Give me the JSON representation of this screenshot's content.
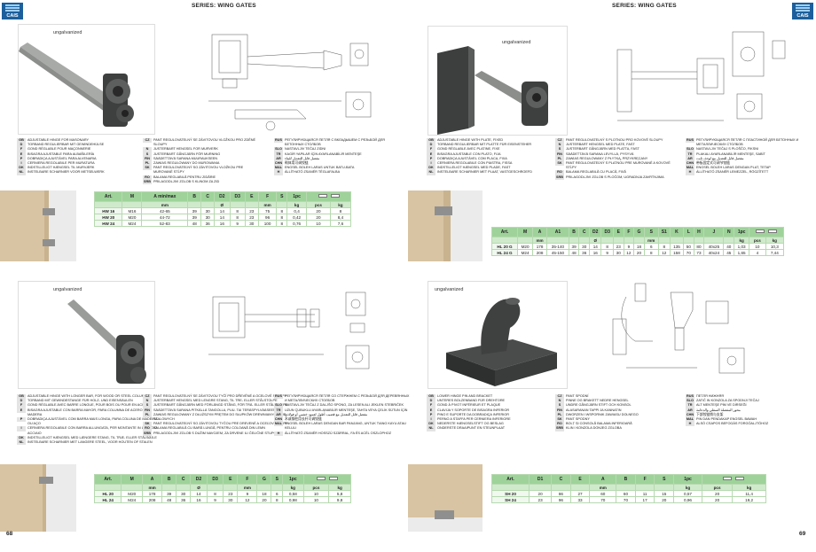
{
  "header": {
    "series": "SERIES: WING GATES",
    "logo": "CAIS"
  },
  "pages": {
    "left": "68",
    "right": "69"
  },
  "tag": "ungalvanized",
  "colors": {
    "header_green": "#9ed29a",
    "unit_green": "#cfeacb",
    "logo_blue": "#1c5f9c"
  },
  "icons": [
    "measuring-tape-icon",
    "weight-icon"
  ],
  "p1": {
    "desc": [
      [
        [
          "GB",
          "ADJUSTABLE HINGE FOR MASONARY"
        ],
        [
          "D",
          "TORBAND REGULIERBAR MIT GEWINDEHÜLSE"
        ],
        [
          "F",
          "GOND RÉGLABLE POUR MAÇONNERIE"
        ],
        [
          "E",
          "BISAGRA AJUSTABLE PARA ALBAÑILERÍA"
        ],
        [
          "P",
          "DOBRADIÇA AJUSTÁVEL PARA ALVENARIA"
        ],
        [
          "I",
          "CERNIERA REGOLABILE PER MURATURA"
        ],
        [
          "DK",
          "INDSTILLELIGT HÆNGSEL TIL MURVÆRK"
        ],
        [
          "NL",
          "INSTELBARE SCHARNIER VOOR METSELWERK"
        ]
      ],
      [
        [
          "CZ",
          "PANT REGULOVATELNÝ SE ZÁVITOVOU VLOŽKOU PRO ZDĚNÉ"
        ],
        [
          "",
          "SLOUPY"
        ],
        [
          "N",
          "JUSTERBART HENGSEL FOR MURVERK"
        ],
        [
          "S",
          "JUSTERBART GÅNGJÄRN FÖR MURNING"
        ],
        [
          "FIN",
          "SÄÄDETTÄVÄ SARANA MUURAUKSEEN"
        ],
        [
          "PL",
          "ZAWIAS REGULOWANY DO MUROWANIA"
        ],
        [
          "SK",
          "PANT REGULOVATEĽNÝ SO ZÁVITOVOU VLOŽKOU PRE"
        ],
        [
          "",
          "MUROVANÉ STĹPY"
        ],
        [
          "RO",
          "BALAMA REGLABILĂ PENTRU ZIDĂRIE"
        ],
        [
          "SRB",
          "PRILAGODLJIVI ZGLOB S KLINOM ZA ZID"
        ]
      ],
      [
        [
          "RUS",
          "РЕГУЛИРУЮЩАЯСЯ ПЕТЛЯ С ВКЛАДЫШЕМ С РЕЗЬБОЙ ДЛЯ"
        ],
        [
          "",
          "БЕТОННЫХ СТОЛБОВ"
        ],
        [
          "SLO",
          "NASTAVLJIV TEČAJ ZIDNI"
        ],
        [
          "TR",
          "KAGİR YAPILAR İÇİN AYARLANABİLİR MENTEŞE"
        ],
        [
          "AR",
          "مفصل قابل للتعديل للبناء"
        ],
        [
          "CHN",
          "砌体用可调铰链"
        ],
        [
          "MAL",
          "ENGSEL BOLEH LARAS UNTUK BATU-BATA"
        ],
        [
          "H",
          "ÁLLÍTHATÓ ZSANÉR TÉGLAFALBA"
        ]
      ]
    ],
    "headers": [
      "Art.",
      "M",
      "A min/max",
      "B",
      "C",
      "D2",
      "D3",
      "E",
      "F",
      "S",
      "1pc",
      ""
    ],
    "units": [
      "",
      "",
      "mm",
      "",
      "",
      "Ø",
      "",
      "",
      "mm",
      "",
      "kg",
      "pcs",
      "kg"
    ],
    "rows": [
      [
        "HW 16",
        "M16",
        "42-65",
        "39",
        "30",
        "14",
        "8",
        "23",
        "75",
        "8",
        "0,4",
        "20",
        "8"
      ],
      [
        "HW 20",
        "M20",
        "44-72",
        "39",
        "30",
        "14",
        "8",
        "23",
        "96",
        "8",
        "0,42",
        "20",
        "8,4"
      ],
      [
        "HW 24",
        "M24",
        "52-83",
        "48",
        "36",
        "16",
        "9",
        "30",
        "100",
        "8",
        "0,76",
        "10",
        "7,6"
      ]
    ]
  },
  "p2": {
    "desc": [
      [
        [
          "GB",
          "ADJUSTABLE HINGE WITH LONGER BAR, FOR WOOD OR STEEL COLUMN"
        ],
        [
          "D",
          "TORBAND MIT GEWINDESTANGE FÜR HOLZ- UND EISENSÄULEN"
        ],
        [
          "F",
          "GOND RÉGLABLE AVEC BARRE LONGUE, POUR BOIS OU POUR EN ACIER"
        ],
        [
          "E",
          "BISAGRA AJUSTABLE CON BARRA MAYOR, PARA COLUMNA DE ACERO O DE"
        ],
        [
          "",
          "MADERA"
        ],
        [
          "P",
          "DOBRADIÇA AJUSTÁVEL COM BARRA MAIS LONGA, PARA COLUNA DE MADEIRA"
        ],
        [
          "",
          "OU AÇO"
        ],
        [
          "I",
          "CERNIERA REGOLABILE CON BARRA ALLUNGATA, PER MONTANTE IN LEGNO O"
        ],
        [
          "",
          "ACCIAIO"
        ],
        [
          "DK",
          "INDSTILLELIGT HÆNGSEL MED LÆNGERE STANG, TIL TRÆ- ELLER STÅLSØJLE"
        ],
        [
          "NL",
          "INSTELBARE SCHARNIER MET LANGERE STEEL, VOOR HOUTEN OF STALEN"
        ]
      ],
      [
        [
          "CZ",
          "PANT REGULOVATELNÝ SE ZÁVITOVOU TYČÍ PRO DŘEVĚNÉ A OCELOVÉ SLOUPY"
        ],
        [
          "N",
          "JUSTERBART HENGSEL MED LENGRE STANG, TIL TRE- ELLER STÅLSTOLPE"
        ],
        [
          "S",
          "JUSTERBART GÅNGJÄRN MED FÖRLÄNGD STÅNG, FÖR TRÄ- ELLER STÅLSTOLPE"
        ],
        [
          "FIN",
          "SÄÄDETTÄVÄ SARANA PITKÄLLÄ TANGOLLA, PUU- TAI TERÄSPYLVÄÄSEEN"
        ],
        [
          "PL",
          "ZAWIAS REGULOWANY Z DŁUŻSZYM PRĘTEM DO SŁUPKÓW DREWNIANYCH LUB"
        ],
        [
          "",
          "STALOWYCH"
        ],
        [
          "SK",
          "PANT REGULOVATEĽNÝ SO ZÁVITOVOU TYČOU PRE DREVENÉ A OCEĽOVÉ STĹPY"
        ],
        [
          "RO",
          "BALAMA REGLABILĂ CU BARĂ LUNGĂ, PENTRU COLOANĂ DIN LEMN"
        ],
        [
          "SRB",
          "PRILAGODLJIVI ZGLOB S DUŽIM NAVOJEM, ZA DRVENE ILI ČELIČNE STUPOVE"
        ]
      ],
      [
        [
          "RUS",
          "РЕГУЛИРУЮЩАЯСЯ ПЕТЛЯ СО СТЕРЖНЕМ С РЕЗЬБОЙ ДЛЯ ДЕРЕВЯННЫХ"
        ],
        [
          "",
          "И МЕТАЛЛИЧЕСКИХ СТОЛБОВ"
        ],
        [
          "SLO",
          "NASTAVLJIV TEČAJ Z DALJŠO SPONO, ZA LESEN ALI JEKLEN STEBRIČEK"
        ],
        [
          "TR",
          "UZUN ÇUBUKLU AYARLANABİLİR MENTEŞE, TAHTA VEYA ÇELİK SÜTUN İÇİN"
        ],
        [
          "AR",
          "مفصل قابل للتعديل مع قضيب أطول لعمود خشبي أو فولاذي"
        ],
        [
          "CHN",
          "木或钢柱用长杆可调铰链"
        ],
        [
          "MAL",
          "ENGSEL BOLEH LARAS DENGAN BAR PANJANG, UNTUK TIANG KAYU ATAU"
        ],
        [
          "",
          "KELULI"
        ],
        [
          "H",
          "ÁLLÍTHATÓ ZSANÉR HOSSZÚ SZÁRRAL, FA ÉS ACÉL OSZLOPHOZ"
        ]
      ]
    ],
    "headers": [
      "Art.",
      "M",
      "A",
      "B",
      "C",
      "D2",
      "D3",
      "E",
      "F",
      "G",
      "S",
      "1pc",
      ""
    ],
    "units": [
      "",
      "",
      "mm",
      "",
      "",
      "Ø",
      "",
      "",
      "mm",
      "",
      "",
      "kg",
      "pcs",
      "kg"
    ],
    "rows": [
      [
        "HL 20",
        "M20",
        "178",
        "39",
        "30",
        "14",
        "8",
        "23",
        "9",
        "18",
        "6",
        "0,58",
        "10",
        "5,8"
      ],
      [
        "HL 24",
        "M24",
        "208",
        "48",
        "36",
        "16",
        "9",
        "30",
        "12",
        "20",
        "8",
        "0,98",
        "10",
        "9,8"
      ]
    ]
  },
  "p3": {
    "desc": [
      [
        [
          "GB",
          "ADJUSTABLE HINGE WITH PLATE, FIXED"
        ],
        [
          "D",
          "TORBAND REGULIERBAR MIT PLATTE FÜR EISENSTEHER"
        ],
        [
          "F",
          "GOND RÉGLABLE AVEC PLATINE, FIXE"
        ],
        [
          "E",
          "BISAGRA AJUSTABLE CON PLATO, FIJA"
        ],
        [
          "P",
          "DOBRADIÇA AJUSTÁVEL COM PLACA, FIXA"
        ],
        [
          "I",
          "CERNIERA REGOLABILE CON PIASTRA, FISSA"
        ],
        [
          "DK",
          "INDSTILLELIGT HÆNGSEL MED PLADE, FAST"
        ],
        [
          "NL",
          "INSTELBARE SCHARNIER MET PLAAT, VASTGESCHROEFD"
        ]
      ],
      [
        [
          "CZ",
          "PANT REGULOVATELNÝ S PLOTNOU PRO KOVOVÉ SLOUPY"
        ],
        [
          "N",
          "JUSTERBART HENGSEL MED PLATE, FAST"
        ],
        [
          "S",
          "JUSTERBART GÅNGJÄRN MED PLATTA, FAST"
        ],
        [
          "FIN",
          "SÄÄDETTÄVÄ SARANA LEVYLLÄ, PYSYVÄ"
        ],
        [
          "PL",
          "ZAWIAS REGULOWANY Z PŁYTKĄ, PRZYKRĘCANY"
        ],
        [
          "SK",
          "PANT REGULOVATEĽNÝ S PLATNOU PRE MUROVANÉ A KOVOVÉ"
        ],
        [
          "",
          "STĹPY"
        ],
        [
          "RO",
          "BALAMA REGLABILĂ CU PLACĂ, FIXĂ"
        ],
        [
          "SRB",
          "PRILAGODLJIVI ZGLOB S PLOČOM, UGRADNJA ZAVRTNJIMA"
        ]
      ],
      [
        [
          "RUS",
          "РЕГУЛИРУЮЩАЯСЯ ПЕТЛЯ С ПЛАСТИНОЙ ДЛЯ БЕТОННЫХ И"
        ],
        [
          "",
          "МЕТАЛЛИЧЕСКИХ СТОЛБОВ"
        ],
        [
          "SLO",
          "NASTAVLJIV TEČAJ S PLOŠČO, FIKSNI"
        ],
        [
          "TR",
          "PLAKALI AYARLANABİLİR MENTEŞE, SABİT"
        ],
        [
          "AR",
          "مفصل قابل للتعديل مع لوحة، ثابت"
        ],
        [
          "CHN",
          "带板固定式可调节铰链"
        ],
        [
          "MAL",
          "ENGSEL BOLEH LARAS DENGAN PLAT, TETAP"
        ],
        [
          "H",
          "ÁLLÍTHATÓ ZSANÉR LEMEZZEL, RÖGZÍTETT"
        ]
      ]
    ],
    "headers": [
      "Art.",
      "M",
      "A",
      "A1",
      "B",
      "C",
      "D2",
      "D3",
      "E",
      "F",
      "G",
      "S",
      "S1",
      "K",
      "L",
      "H",
      "J",
      "N",
      "1pc",
      ""
    ],
    "units": [
      "",
      "",
      "mm",
      "",
      "",
      "",
      "Ø",
      "",
      "",
      "",
      "",
      "mm",
      "",
      "",
      "",
      "",
      "",
      "",
      "kg",
      "pcs",
      "kg"
    ],
    "rows": [
      [
        "HL 20 G",
        "M20",
        "178",
        "35-140",
        "39",
        "30",
        "14",
        "8",
        "23",
        "9",
        "18",
        "6",
        "8",
        "135",
        "50",
        "80",
        "40x25",
        "40",
        "1,03",
        "10",
        "10,3"
      ],
      [
        "HL 24 G",
        "M24",
        "208",
        "45-150",
        "48",
        "36",
        "16",
        "9",
        "30",
        "12",
        "20",
        "8",
        "12",
        "158",
        "70",
        "73",
        "40x24",
        "45",
        "1,65",
        "4",
        "7,44"
      ]
    ]
  },
  "p4": {
    "desc": [
      [
        [
          "GB",
          "LOWER HINGE PIN AND BRACKET"
        ],
        [
          "D",
          "UNTERES BOLZENBAND FÜR DREHTORE"
        ],
        [
          "F",
          "GOND À PIVOT INFÉRIEUR ET PLAQUE"
        ],
        [
          "E",
          "CLAVIJA Y SOPORTE DE BISAGRA INFERIOR"
        ],
        [
          "P",
          "PINO E SUPORTE DA DOBRADIÇA INFERIOR"
        ],
        [
          "I",
          "PERNO A STAFFA PER CERNIERA INFERIORE"
        ],
        [
          "DK",
          "NEDERSTE HÆNGSELSTIFT OG BESLAG"
        ],
        [
          "NL",
          "ONDERSTE DRAAIPUNT EN STEUNPLAAT"
        ]
      ],
      [
        [
          "CZ",
          "PANT SPODNÍ"
        ],
        [
          "N",
          "PINNE OG BRAKETT NEDRE HENGSEL"
        ],
        [
          "S",
          "UNDRE GÅNGJÄRN STIFT OCH KONSOL"
        ],
        [
          "FIN",
          "ALASARANAN TAPPI JA KANNATIN"
        ],
        [
          "PL",
          "DWORZEN I WSPORNIK ZAWIASU DOLNEGO"
        ],
        [
          "SK",
          "PANT SPODNÝ"
        ],
        [
          "RO",
          "BOLȚ ȘI CONSOLĂ BALAMA INFERIOARĂ"
        ],
        [
          "SRB",
          "KLIN I KONZOLA DONJEG ZGLOBA"
        ]
      ],
      [
        [
          "RUS",
          "ПЕТЛЯ НИЖНЯЯ"
        ],
        [
          "SLO",
          "ZATIČ IN KONZOLA ZA SPODNJI TEČAJ"
        ],
        [
          "TR",
          "ALT MENTEŞE PİM VE DİRSEĞİ"
        ],
        [
          "AR",
          "محور المفصلة السفلي والدعامة"
        ],
        [
          "CHN",
          "下部铰链销与支架"
        ],
        [
          "MAL",
          "PIN DAN PENDAKAP ENGSEL BAWAH"
        ],
        [
          "H",
          "ALSÓ CSAPOS BEFOGÁS FORGÓALJTÓHOZ"
        ]
      ]
    ],
    "headers": [
      "Art.",
      "D1",
      "C",
      "E",
      "A",
      "B",
      "F",
      "S",
      "1pc",
      ""
    ],
    "units": [
      "",
      "",
      "",
      "",
      "mm",
      "",
      "",
      "",
      "kg",
      "pcs",
      "kg"
    ],
    "rows": [
      [
        "SH 20",
        "20",
        "86",
        "27",
        "60",
        "60",
        "11",
        "15",
        "0,57",
        "20",
        "11,4"
      ],
      [
        "SH 24",
        "23",
        "96",
        "33",
        "70",
        "70",
        "17",
        "20",
        "0,96",
        "20",
        "19,2"
      ]
    ]
  }
}
